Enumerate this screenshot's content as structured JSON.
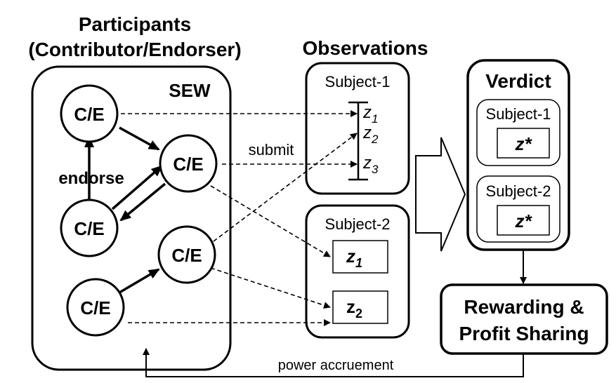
{
  "participants": {
    "title_line1": "Participants",
    "title_line2": "(Contributor/Endorser)",
    "pool_label": "SEW",
    "node_label": "C/E",
    "endorse_label": "endorse",
    "submit_label": "submit"
  },
  "observations": {
    "title": "Observations",
    "subject1": {
      "label": "Subject-1",
      "obs": [
        "z",
        "z",
        "z"
      ],
      "subs": [
        "1",
        "2",
        "3"
      ]
    },
    "subject2": {
      "label": "Subject-2",
      "obs": [
        "z",
        "z"
      ],
      "subs": [
        "1",
        "2"
      ]
    }
  },
  "verdict": {
    "title": "Verdict",
    "subject1_label": "Subject-1",
    "subject2_label": "Subject-2",
    "value": "z*"
  },
  "rewarding": {
    "line1": "Rewarding &",
    "line2": "Profit Sharing"
  },
  "feedback_label": "power accruement"
}
